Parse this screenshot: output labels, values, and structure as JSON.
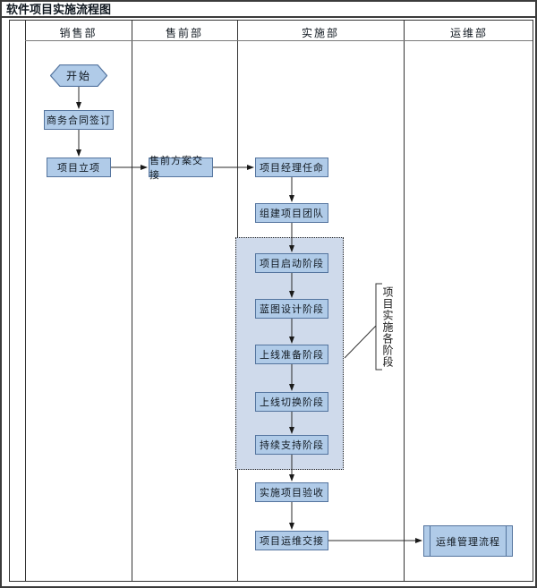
{
  "title": "软件项目实施流程图",
  "lanes": [
    {
      "label": "销售部"
    },
    {
      "label": "售前部"
    },
    {
      "label": "实施部"
    },
    {
      "label": "运维部"
    }
  ],
  "nodes": {
    "start": "开始",
    "contract": "商务合同签订",
    "initiation": "项目立项",
    "presales_handover": "售前方案交接",
    "pm_appointment": "项目经理任命",
    "team_building": "组建项目团队",
    "launch_phase": "项目启动阶段",
    "blueprint_phase": "蓝图设计阶段",
    "golive_prep_phase": "上线准备阶段",
    "golive_switch_phase": "上线切换阶段",
    "support_phase": "持续支持阶段",
    "acceptance": "实施项目验收",
    "om_handover": "项目运维交接",
    "om_process": "运维管理流程"
  },
  "annotation": {
    "bracket_label": "项目实施各阶段"
  },
  "colors": {
    "node_fill": "#b0cbe8",
    "node_border": "#54749e",
    "group_fill": "#cfdaeb",
    "line": "#2a2a2a"
  }
}
